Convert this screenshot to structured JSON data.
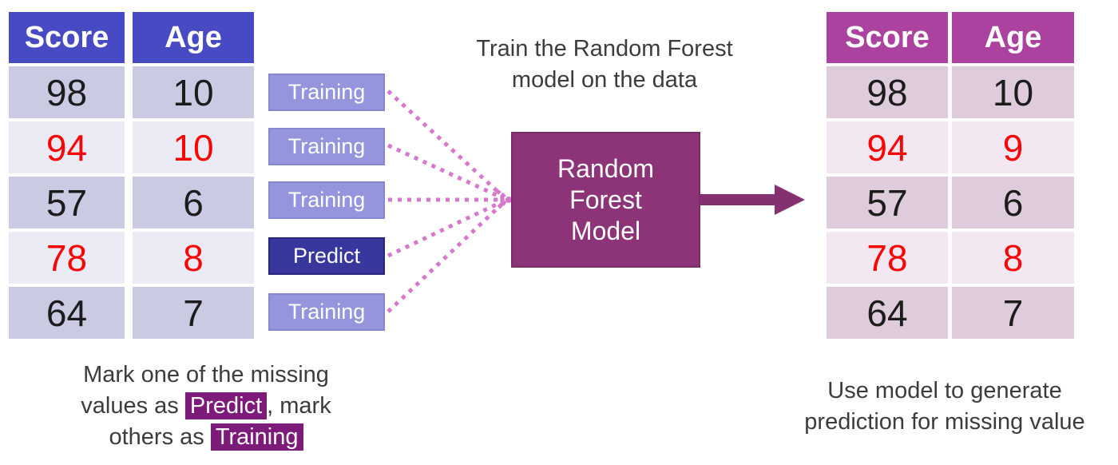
{
  "left_table": {
    "headers": {
      "col1": "Score",
      "col2": "Age"
    },
    "rows": [
      {
        "score": "98",
        "age": "10"
      },
      {
        "score": "94",
        "age": "10"
      },
      {
        "score": "57",
        "age": "6"
      },
      {
        "score": "78",
        "age": "8"
      },
      {
        "score": "64",
        "age": "7"
      }
    ]
  },
  "right_table": {
    "headers": {
      "col1": "Score",
      "col2": "Age"
    },
    "rows": [
      {
        "score": "98",
        "age": "10"
      },
      {
        "score": "94",
        "age": "9"
      },
      {
        "score": "57",
        "age": "6"
      },
      {
        "score": "78",
        "age": "8"
      },
      {
        "score": "64",
        "age": "7"
      }
    ]
  },
  "row_tags": {
    "tag1": "Training",
    "tag2": "Training",
    "tag3": "Training",
    "tag4": "Predict",
    "tag5": "Training"
  },
  "top_caption": {
    "line1": "Train the Random Forest",
    "line2": "model on the data"
  },
  "model_box": {
    "line1": "Random",
    "line2": "Forest",
    "line3": "Model"
  },
  "bottom_left_caption": {
    "line1": "Mark one of the missing",
    "line2_pre": "values as ",
    "line2_tag": "Predict",
    "line2_post": ", mark",
    "line3_pre": "others as ",
    "line3_tag": "Training"
  },
  "bottom_right_caption": {
    "line1": "Use model to generate",
    "line2": "prediction for missing value"
  },
  "colors": {
    "header_left": "#474AC2",
    "row_dark_left": "#CACAE3",
    "row_light_left": "#EBEBF6",
    "header_right": "#AB42A0",
    "row_dark_right": "#DECBDB",
    "row_light_right": "#F3E8F1",
    "training_bg": "#9595DE",
    "training_border": "#8587D0",
    "predict_bg": "#37379D",
    "predict_border": "#26267A",
    "model_bg": "#8D3478",
    "model_border": "#7C2C69",
    "arrow": "#853070",
    "dotted_line": "#D878CC",
    "caption_text": "#3C3C3C",
    "cell_text": "#1C1C1C",
    "missing_red": "#F90505",
    "highlight_bg": "#7D1B7B"
  }
}
